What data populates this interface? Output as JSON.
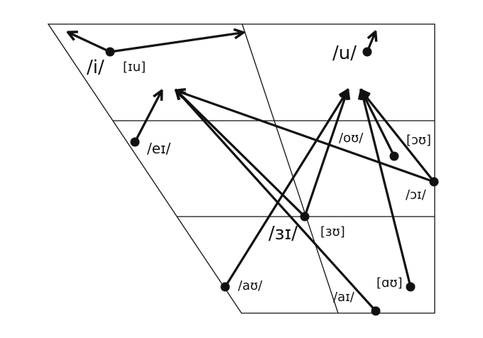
{
  "colors": {
    "ink": "#111111",
    "background": "#ffffff"
  },
  "labels": {
    "i": "/i/",
    "iu": "[ɪu]",
    "u": "/u/",
    "ei": "/eɪ/",
    "ou": "/oʊ/",
    "open_ou": "[ɔʊ]",
    "oi": "/ɔɪ/",
    "3i": "/ɜɪ/",
    "3u": "[ɜʊ]",
    "au": "/aʊ/",
    "ai": "/aɪ/",
    "ae_u": "[ɑʊ]"
  }
}
